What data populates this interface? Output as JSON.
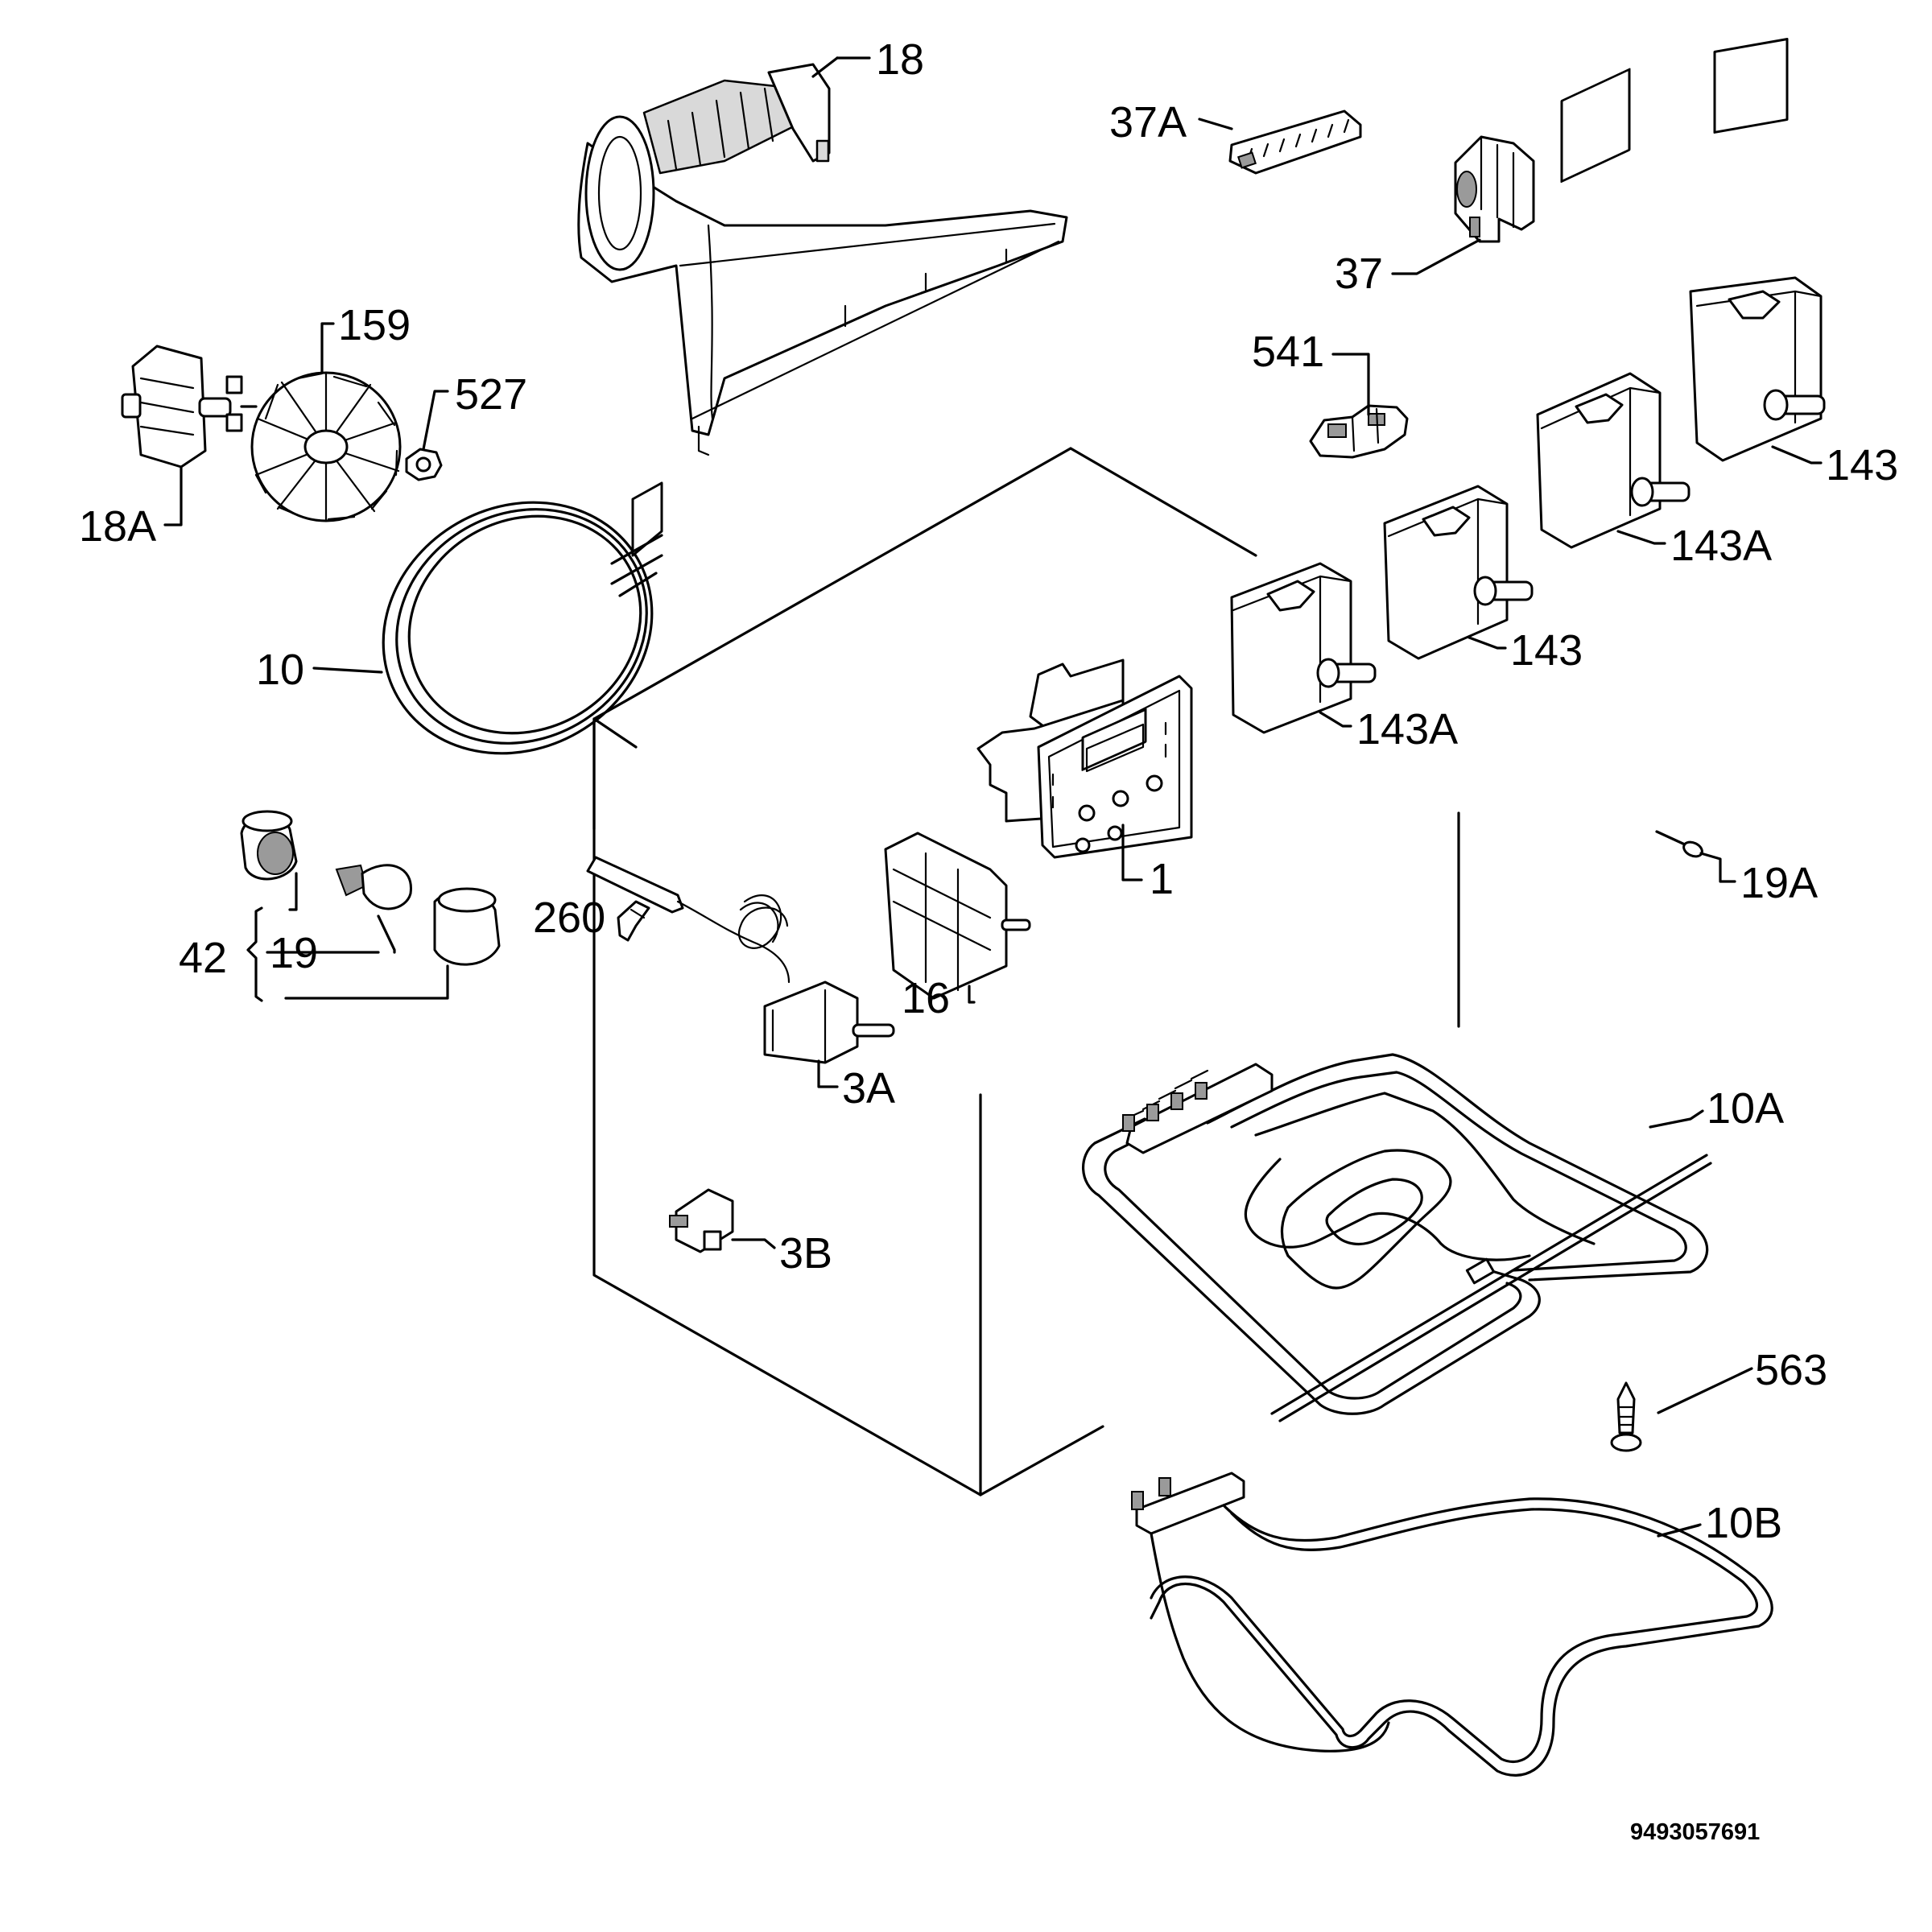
{
  "diagram": {
    "document_code": "9493057691",
    "callouts": {
      "c1": "1",
      "c3a": "3A",
      "c3b": "3B",
      "c10": "10",
      "c10a": "10A",
      "c10b": "10B",
      "c16": "16",
      "c18": "18",
      "c18a": "18A",
      "c19": "19",
      "c19a": "19A",
      "c37": "37",
      "c37a": "37A",
      "c42": "42",
      "c143_1": "143",
      "c143_2": "143",
      "c143a_1": "143A",
      "c143a_2": "143A",
      "c159": "159",
      "c260": "260",
      "c527": "527",
      "c541": "541",
      "c563": "563"
    }
  }
}
